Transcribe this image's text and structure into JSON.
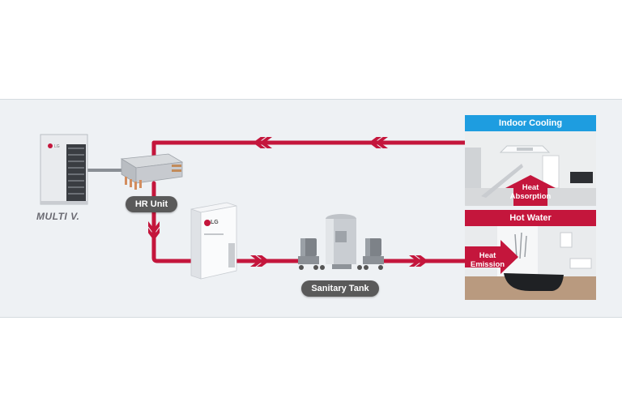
{
  "diagram": {
    "brand_label": "MULTI V.",
    "hr_unit_label": "HR Unit",
    "tank_label": "Sanitary Tank",
    "hydro_logo": "LG",
    "outdoor_logo": "LG",
    "cards": [
      {
        "title": "Indoor Cooling",
        "arrow_label": "Heat Absorption",
        "header_color": "#1e9de0"
      },
      {
        "title": "Hot Water",
        "arrow_label": "Heat Emission",
        "header_color": "#c4163c"
      }
    ],
    "colors": {
      "pipe": "#c4163c",
      "panel": "#eef1f4",
      "pill": "#5a5a5a"
    }
  }
}
